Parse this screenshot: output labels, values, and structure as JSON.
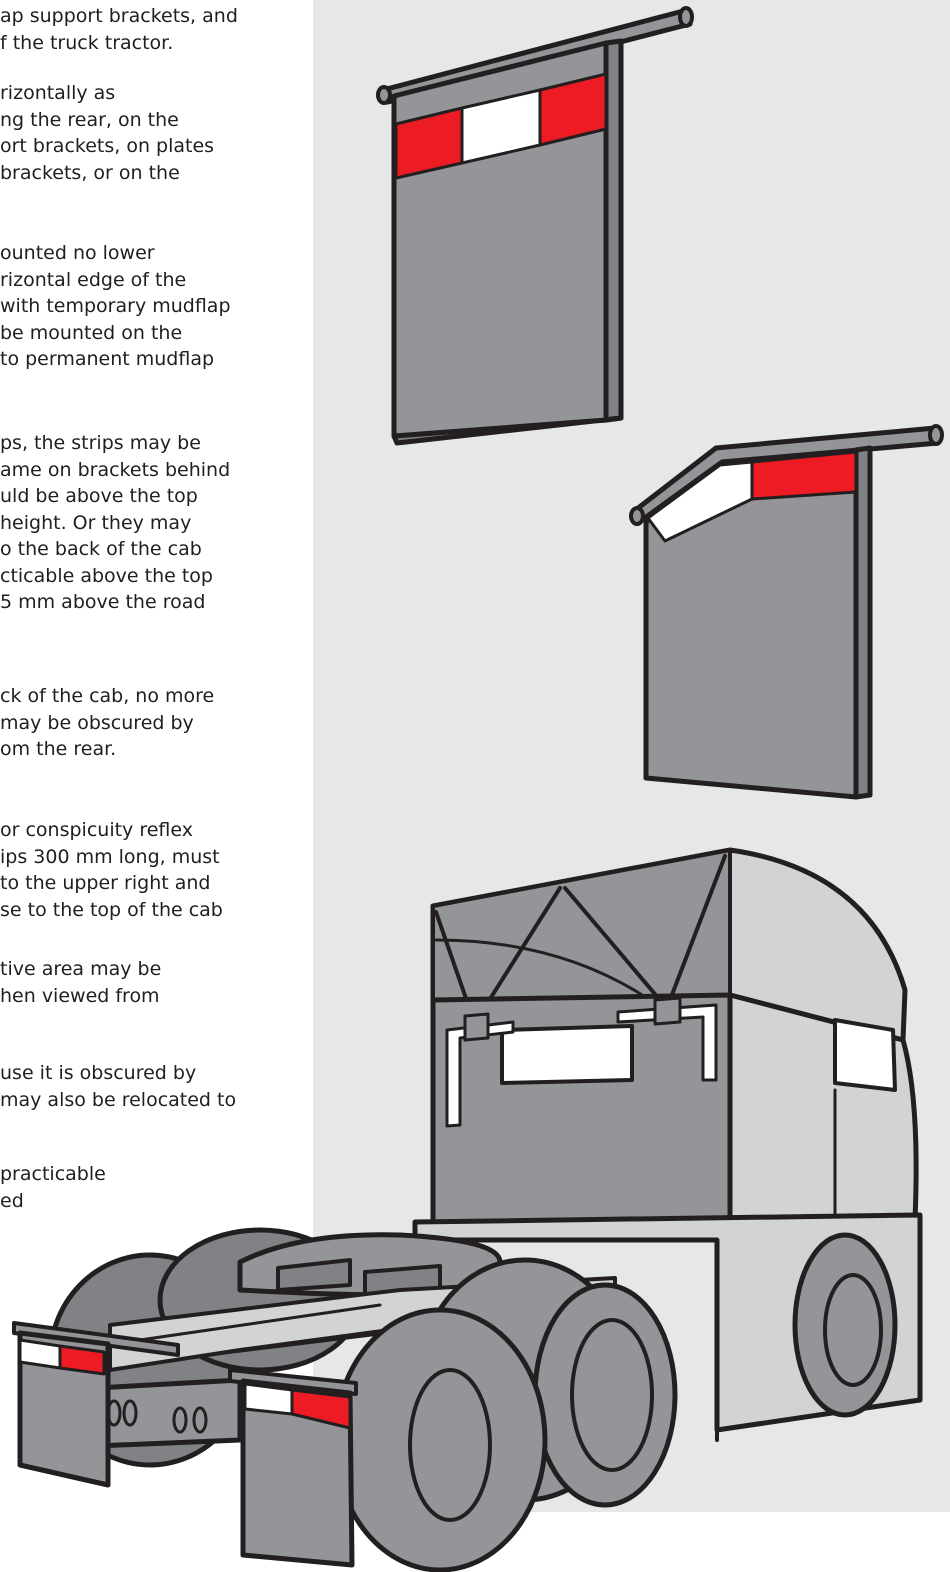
{
  "text_column": {
    "paragraphs": [
      {
        "lines": [
          "ap support brackets, and",
          "f the truck tractor."
        ]
      },
      {
        "lines": [
          "rizontally as",
          "ng the rear, on the",
          "ort brackets, on plates",
          "brackets, or on the"
        ]
      },
      {
        "lines": [
          "ounted no lower",
          "rizontal edge of the",
          "with temporary mudflap",
          "be mounted on the",
          "to permanent mudflap"
        ]
      },
      {
        "lines": [
          "ps, the strips may be",
          "ame on brackets behind",
          "uld be above the top",
          "height. Or they may",
          "o the back of the cab",
          "cticable above the top",
          "5 mm above the road"
        ]
      },
      {
        "lines": [
          "ck of the cab, no more",
          "may be obscured by",
          "om the rear."
        ]
      },
      {
        "lines": [
          "or conspicuity reflex",
          "ips 300 mm long, must",
          "to the upper right and",
          "se to the top of the cab"
        ]
      },
      {
        "lines": [
          "tive area may be",
          "hen viewed from"
        ]
      },
      {
        "lines": [
          "use it is obscured by",
          "may also be relocated to"
        ]
      },
      {
        "lines": [
          "practicable",
          "ed"
        ]
      }
    ]
  },
  "illustrations": {
    "items": [
      "mudflap-with-conspicuity-strips",
      "angled-mudflap-with-conspicuity-strips",
      "truck-tractor-rear-view"
    ]
  },
  "colors": {
    "panel_background": "#e6e7e8",
    "reflective_red": "#ed1c24",
    "reflective_white": "#ffffff",
    "body_gray": "#939598",
    "dark_gray": "#808285",
    "light_gray": "#d1d3d4",
    "outline": "#231f20"
  }
}
